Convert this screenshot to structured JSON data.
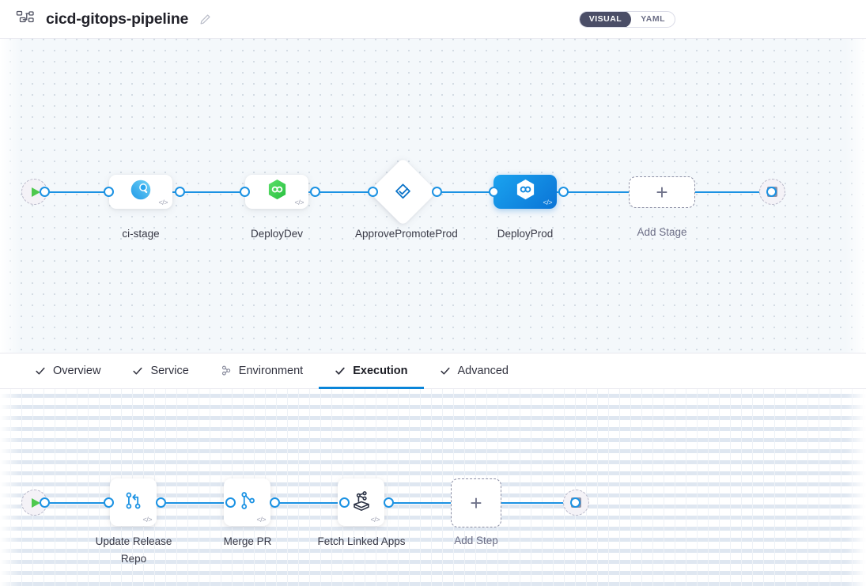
{
  "header": {
    "pipeline_icon": "pipeline-nodes-icon",
    "title": "cicd-gitops-pipeline",
    "edit_icon": "pencil-edit-icon",
    "view_toggle": {
      "options": [
        "VISUAL",
        "YAML"
      ],
      "selected": "VISUAL",
      "visual_label": "VISUAL",
      "yaml_label": "YAML"
    }
  },
  "stage_graph": {
    "start_node": {
      "name": "pipeline-start",
      "icon": "play-icon"
    },
    "end_node": {
      "name": "pipeline-end",
      "icon": "stop-icon"
    },
    "stages": [
      {
        "label": "ci-stage",
        "icon": "ci-build-icon",
        "shape": "rounded",
        "selected": false,
        "code_badge": "</>"
      },
      {
        "label": "DeployDev",
        "icon": "green-hexagon-deploy-icon",
        "shape": "rounded",
        "selected": false,
        "code_badge": "</>"
      },
      {
        "label": "ApprovePromoteProd",
        "icon": "approval-check-icon",
        "shape": "diamond",
        "selected": false,
        "code_badge": ""
      },
      {
        "label": "DeployProd",
        "icon": "white-hexagon-deploy-icon",
        "shape": "rounded",
        "selected": true,
        "code_badge": "</>"
      }
    ],
    "add_stage": {
      "label": "Add Stage",
      "icon": "plus-icon"
    }
  },
  "tabs": [
    {
      "label": "Overview",
      "icon": "check-icon",
      "active": false
    },
    {
      "label": "Service",
      "icon": "check-icon",
      "active": false
    },
    {
      "label": "Environment",
      "icon": "infrastructure-icon",
      "active": false
    },
    {
      "label": "Execution",
      "icon": "check-icon",
      "active": true
    },
    {
      "label": "Advanced",
      "icon": "check-icon",
      "active": false
    }
  ],
  "step_graph": {
    "start_node": {
      "name": "execution-start",
      "icon": "play-icon"
    },
    "end_node": {
      "name": "execution-end",
      "icon": "stop-icon"
    },
    "steps": [
      {
        "label": "Update Release Repo",
        "icon": "git-merge-icon",
        "code_badge": "</>"
      },
      {
        "label": "Merge PR",
        "icon": "git-branch-icon",
        "code_badge": "</>"
      },
      {
        "label": "Fetch Linked Apps",
        "icon": "harness-gitops-apps-icon",
        "code_badge": "</>"
      }
    ],
    "add_step": {
      "label": "Add Step",
      "icon": "plus-icon"
    }
  },
  "colors": {
    "wire_blue": "#1b92e3",
    "selected_node_blue": "#0b74d6",
    "active_tab_underline": "#0a85d9",
    "start_green": "#4ec94e",
    "canvas_bg": "#f4f8fb",
    "toggle_active_bg": "#4b4e67"
  }
}
